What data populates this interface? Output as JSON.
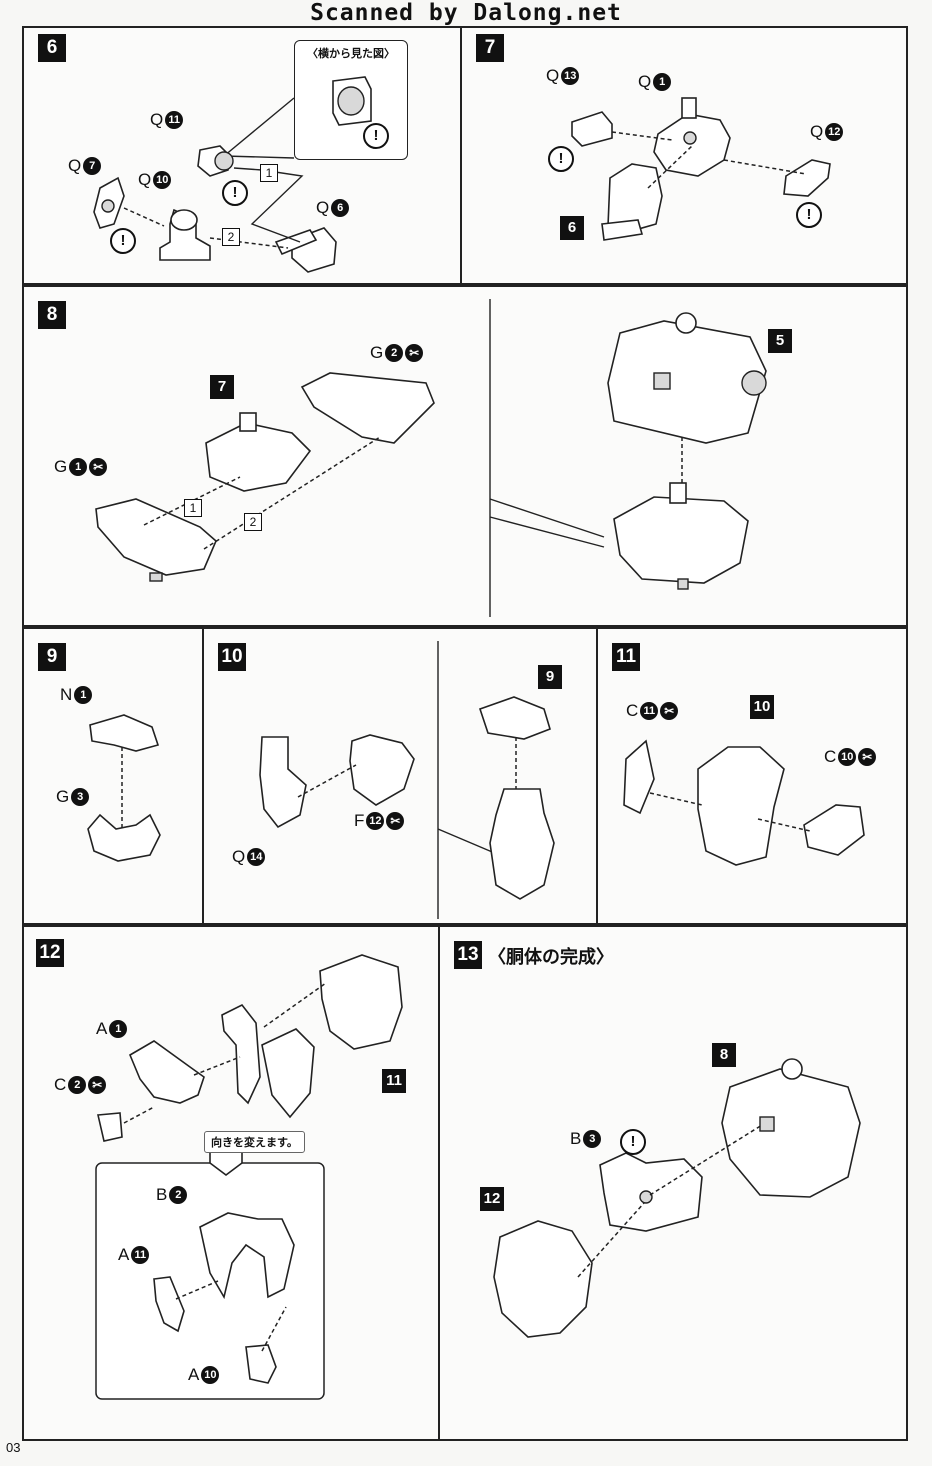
{
  "watermark": "Scanned by Dalong.net",
  "page_number": "03",
  "steps": {
    "s6": {
      "number": "6",
      "side_view_title": "〈横から見た図〉",
      "labels": [
        {
          "letter": "Q",
          "num": "11"
        },
        {
          "letter": "Q",
          "num": "7"
        },
        {
          "letter": "Q",
          "num": "10"
        },
        {
          "letter": "Q",
          "num": "6"
        }
      ],
      "sequence": [
        "1",
        "2"
      ]
    },
    "s7": {
      "number": "7",
      "labels": [
        {
          "letter": "Q",
          "num": "13"
        },
        {
          "letter": "Q",
          "num": "1"
        },
        {
          "letter": "Q",
          "num": "12"
        }
      ],
      "ref": "6"
    },
    "s8": {
      "number": "8",
      "labels": [
        {
          "letter": "G",
          "num": "2"
        },
        {
          "letter": "G",
          "num": "1"
        }
      ],
      "refs": [
        "7",
        "5"
      ],
      "sequence": [
        "1",
        "2"
      ]
    },
    "s9": {
      "number": "9",
      "labels": [
        {
          "letter": "N",
          "num": "1"
        },
        {
          "letter": "G",
          "num": "3"
        }
      ]
    },
    "s10": {
      "number": "10",
      "labels": [
        {
          "letter": "F",
          "num": "12"
        },
        {
          "letter": "Q",
          "num": "14"
        }
      ],
      "ref": "9"
    },
    "s11": {
      "number": "11",
      "labels": [
        {
          "letter": "C",
          "num": "11"
        },
        {
          "letter": "C",
          "num": "10"
        }
      ],
      "ref": "10"
    },
    "s12": {
      "number": "12",
      "labels": [
        {
          "letter": "A",
          "num": "1"
        },
        {
          "letter": "C",
          "num": "2"
        },
        {
          "letter": "B",
          "num": "2"
        },
        {
          "letter": "A",
          "num": "11"
        },
        {
          "letter": "A",
          "num": "10"
        }
      ],
      "ref": "11",
      "callout": "向きを変えます。"
    },
    "s13": {
      "number": "13",
      "title": "〈胴体の完成〉",
      "labels": [
        {
          "letter": "B",
          "num": "3"
        }
      ],
      "refs": [
        "8",
        "12"
      ]
    }
  },
  "warning_mark": "!",
  "cut_mark": "✂"
}
